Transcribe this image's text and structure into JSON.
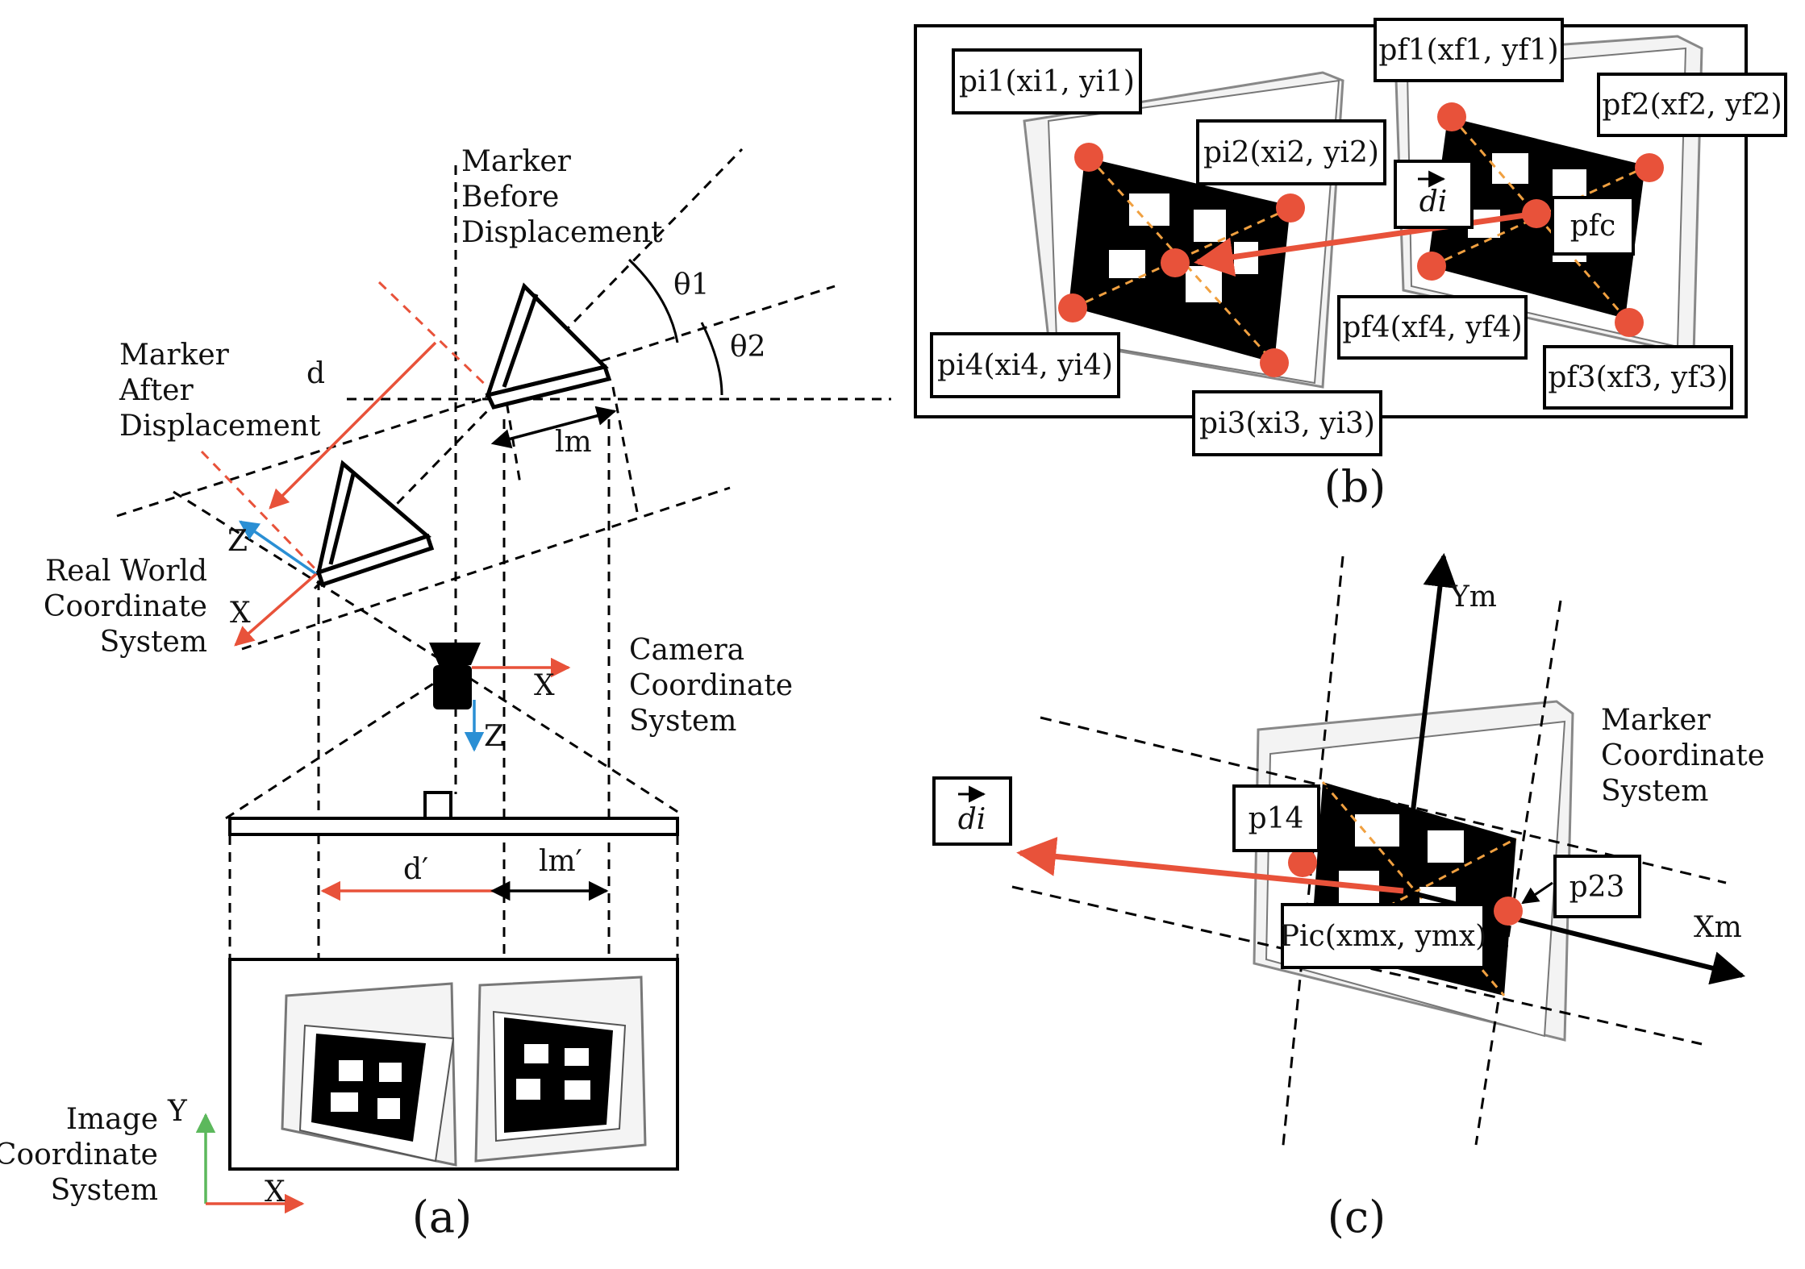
{
  "panel_a": {
    "caption": "(a)",
    "marker_before": [
      "Marker",
      "Before",
      "Displacement"
    ],
    "marker_after": [
      "Marker",
      "After",
      "Displacement"
    ],
    "real_world": [
      "Real World",
      "Coordinate",
      "System"
    ],
    "camera_cs": [
      "Camera",
      "Coordinate",
      "System"
    ],
    "image_cs": [
      "Image",
      "Coordinate",
      "System"
    ],
    "theta1": "θ1",
    "theta2": "θ2",
    "d": "d",
    "lm": "lm",
    "d_prime": "d′",
    "lm_prime": "lm′",
    "cam_x": "X",
    "cam_z": "Z",
    "rw_z": "Z",
    "rw_x": "X",
    "img_y": "Y",
    "img_x": "X"
  },
  "panel_b": {
    "caption": "(b)",
    "pi1": "pi1(xi1, yi1)",
    "pi2": "pi2(xi2, yi2)",
    "pi3": "pi3(xi3, yi3)",
    "pi4": "pi4(xi4, yi4)",
    "pf1": "pf1(xf1, yf1)",
    "pf2": "pf2(xf2, yf2)",
    "pf3": "pf3(xf3, yf3)",
    "pf4": "pf4(xf4, yf4)",
    "pfc": "pfc",
    "di": "di"
  },
  "panel_c": {
    "caption": "(c)",
    "marker_cs": [
      "Marker",
      "Coordinate",
      "System"
    ],
    "ym": "Ym",
    "xm": "Xm",
    "p14": "p14",
    "p23": "p23",
    "pic": "Pic(xmx, ymx)",
    "di": "di"
  },
  "colors": {
    "red": "#e8523a",
    "blue": "#2a8fd4",
    "green": "#5cb85c",
    "orange": "#f0a040",
    "black": "#000000"
  }
}
